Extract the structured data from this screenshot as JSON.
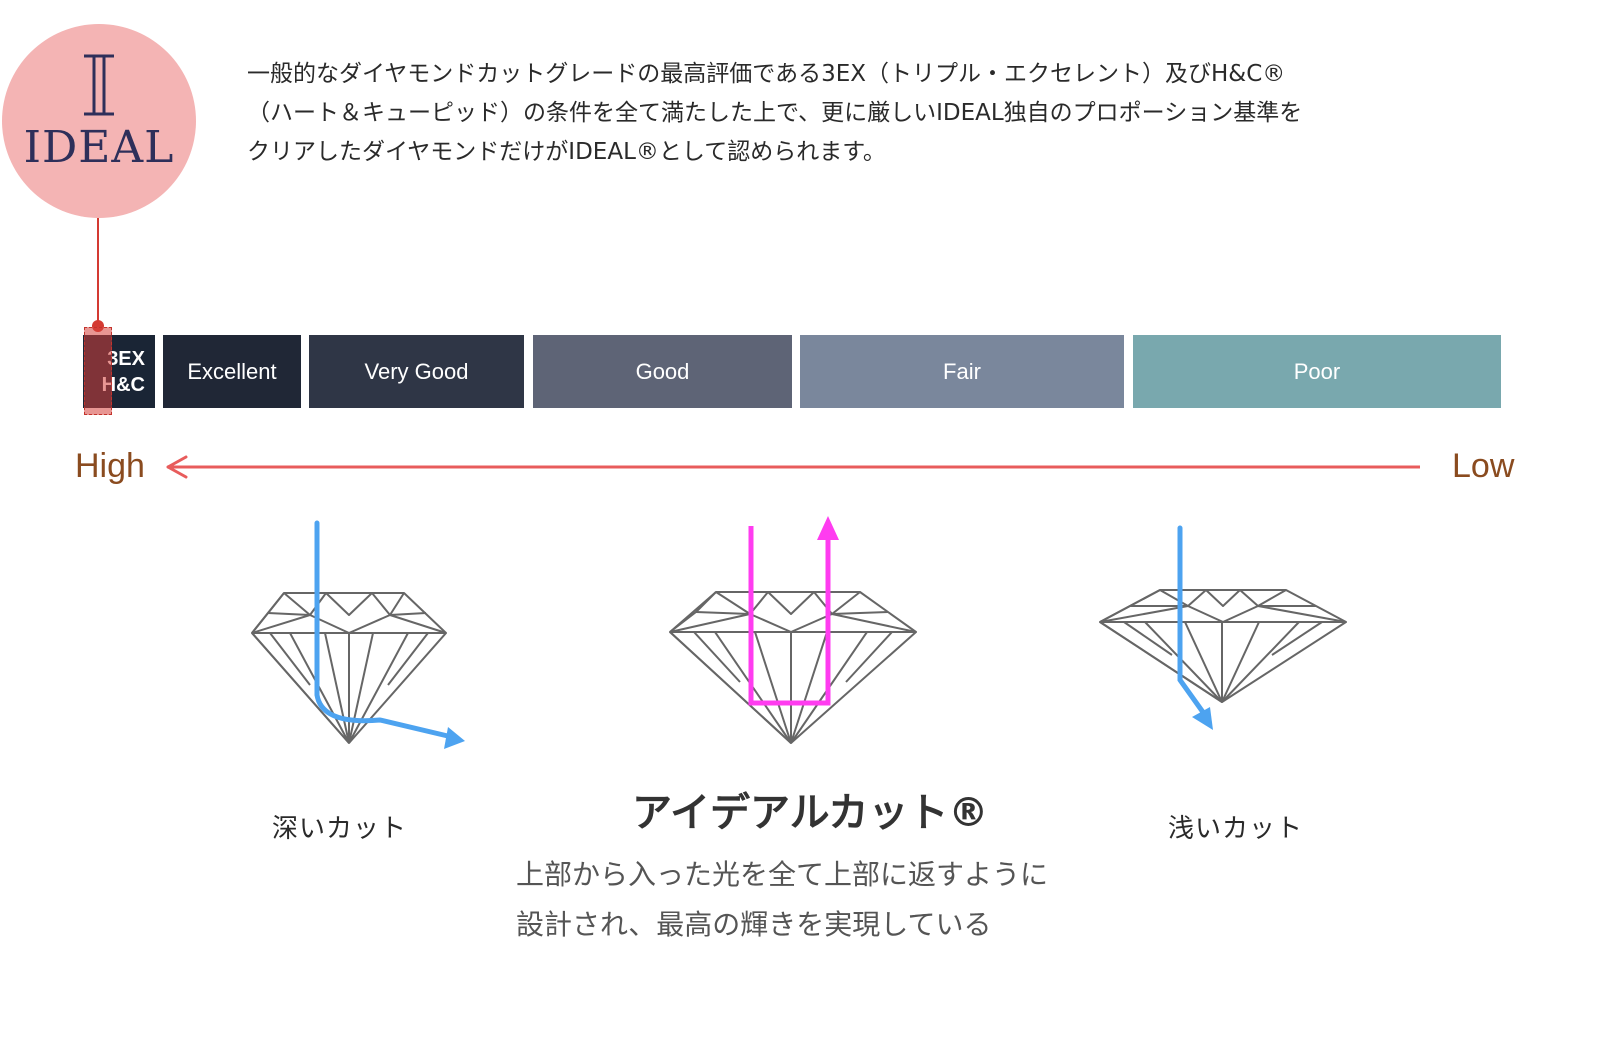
{
  "logo": {
    "mark": "I",
    "text": "IDEAL"
  },
  "intro": {
    "lines": [
      "一般的なダイヤモンドカットグレードの最高評価である3EX（トリプル・エクセレント）及びH&C®",
      "（ハート＆キューピッド）の条件を全て満たした上で、更に厳しいIDEAL独自のプロポーション基準を",
      "クリアしたダイヤモンドだけがIDEAL®として認められます。"
    ]
  },
  "grades": {
    "top": {
      "line1": "3EX",
      "line2": "H&C"
    },
    "excellent": "Excellent",
    "very_good": "Very Good",
    "good": "Good",
    "fair": "Fair",
    "poor": "Poor"
  },
  "scale": {
    "high": "High",
    "low": "Low"
  },
  "cuts": {
    "deep": "深いカット",
    "ideal_title": "アイデアルカット®",
    "ideal_desc": [
      "上部から入った光を全て上部に返すように",
      "設計され、最高の輝きを実現している"
    ],
    "shallow": "浅いカット"
  },
  "colors": {
    "logo_bg": "#f4b4b4",
    "logo_text": "#2e2f5a",
    "accent_red": "#e85c5c",
    "scale_text": "#8a4b1f",
    "light_ray_blue": "#4da3f0",
    "light_ray_magenta": "#ff3cf0",
    "grade_top": "#1a2535",
    "grade_excellent": "#202736",
    "grade_very_good": "#2f3646",
    "grade_good": "#5e6476",
    "grade_fair": "#7a879c",
    "grade_poor": "#79a8ae"
  }
}
